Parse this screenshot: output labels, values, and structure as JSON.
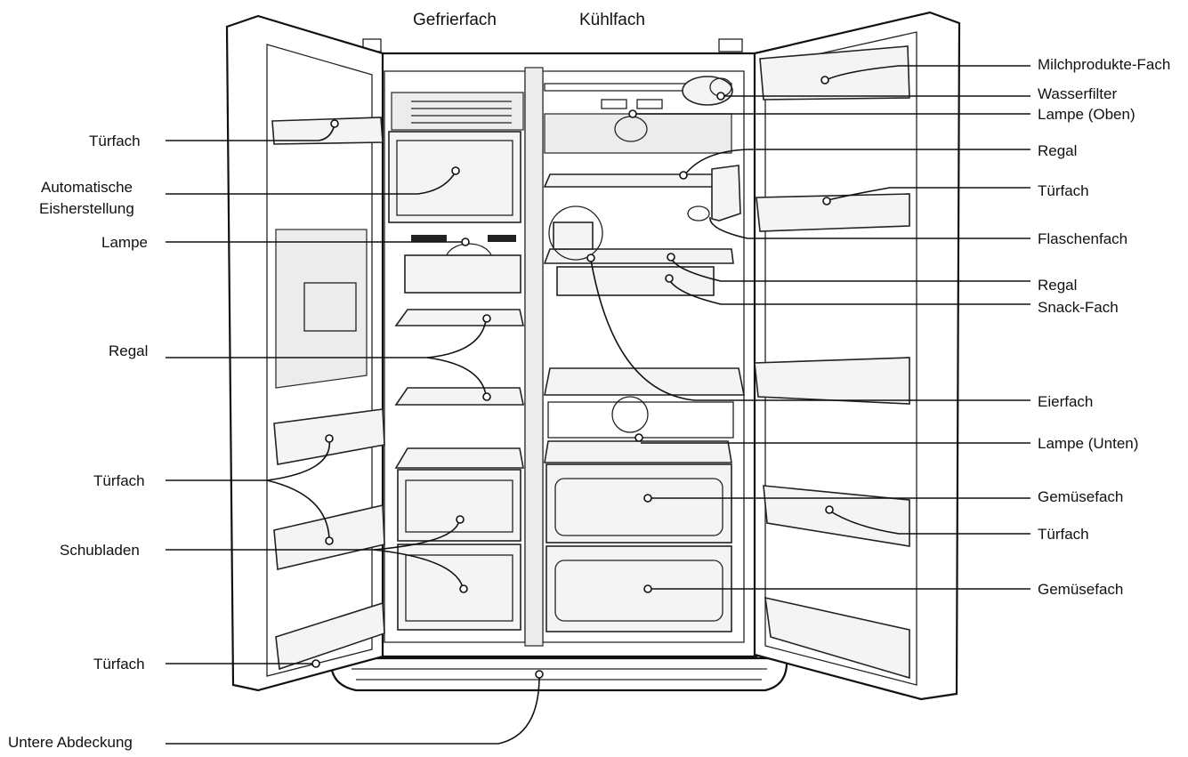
{
  "headings": {
    "freezer": "Gefrierfach",
    "fridge": "Kühlfach"
  },
  "labels_left": [
    "Türfach",
    "Automatische",
    "Eisherstellung",
    "Lampe",
    "Regal",
    "Türfach",
    "Schubladen",
    "Türfach",
    "Untere Abdeckung"
  ],
  "labels_right": [
    "Milchprodukte-Fach",
    "Wasserfilter",
    "Lampe (Oben)",
    "Regal",
    "Türfach",
    "Flaschenfach",
    "Regal",
    "Snack-Fach",
    "Eierfach",
    "Lampe (Unten)",
    "Gemüsefach",
    "Türfach",
    "Gemüsefach"
  ],
  "colors": {
    "line": "#111111",
    "background": "#ffffff",
    "part_fill": "#f4f4f4"
  }
}
